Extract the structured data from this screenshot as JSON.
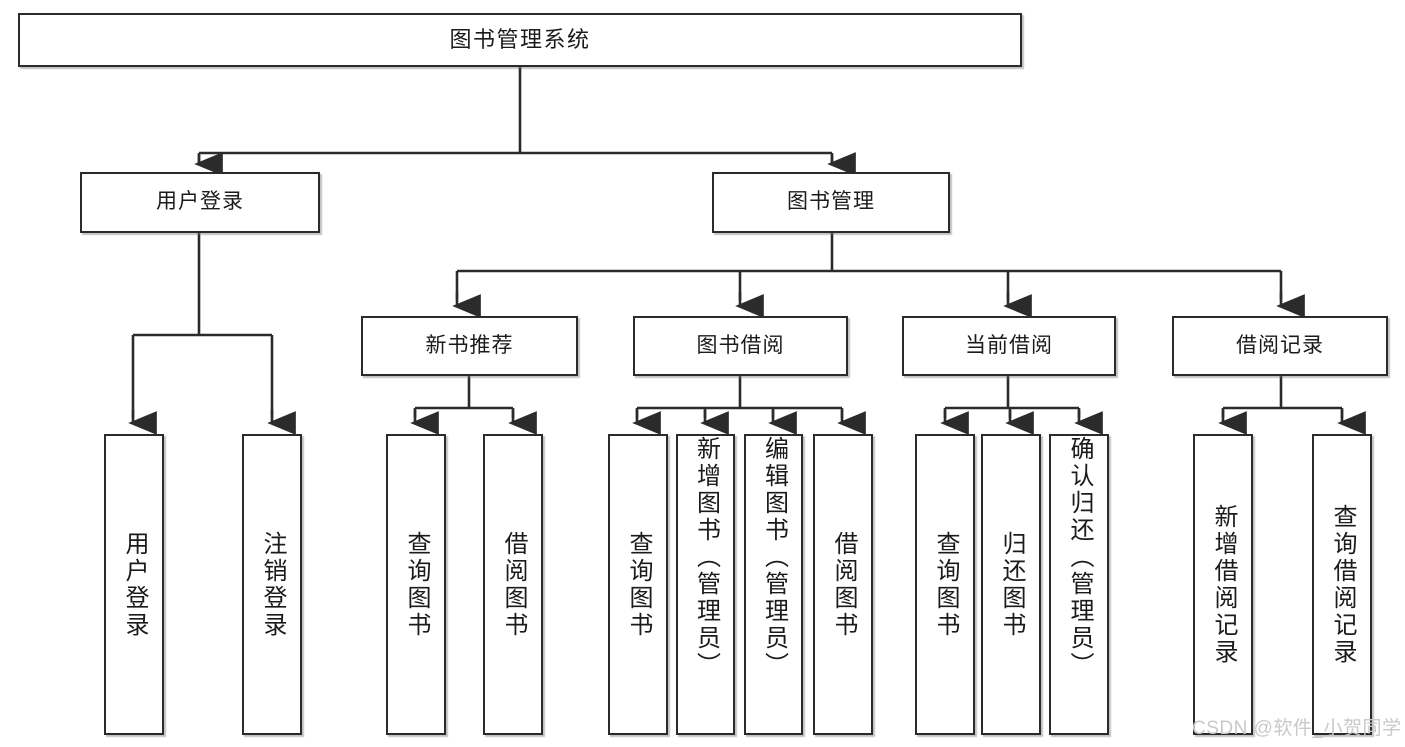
{
  "diagram": {
    "title": "图书管理系统",
    "type": "tree-hierarchy",
    "root": {
      "label": "图书管理系统"
    },
    "level2": [
      {
        "label": "用户登录"
      },
      {
        "label": "图书管理"
      }
    ],
    "level3": [
      {
        "label": "新书推荐"
      },
      {
        "label": "图书借阅"
      },
      {
        "label": "当前借阅"
      },
      {
        "label": "借阅记录"
      }
    ],
    "leaves": {
      "user_login": [
        {
          "label": "用户登录"
        },
        {
          "label": "注销登录"
        }
      ],
      "new_book_recommend": [
        {
          "label": "查询图书"
        },
        {
          "label": "借阅图书"
        }
      ],
      "book_borrow": [
        {
          "label": "查询图书"
        },
        {
          "label": "新增图书（管理员）"
        },
        {
          "label": "编辑图书（管理员）"
        },
        {
          "label": "借阅图书"
        }
      ],
      "current_borrow": [
        {
          "label": "查询图书"
        },
        {
          "label": "归还图书"
        },
        {
          "label": "确认归还（管理员）"
        }
      ],
      "borrow_record": [
        {
          "label": "新增借阅记录"
        },
        {
          "label": "查询借阅记录"
        }
      ]
    }
  },
  "watermark": {
    "text": "CSDN @软件_小贺同学"
  },
  "colors": {
    "box_border": "#2b2b2b",
    "box_fill": "#ffffff",
    "line": "#2b2b2b",
    "text": "#1b1b1b",
    "watermark": "#c9c9c9",
    "background": "#ffffff"
  }
}
